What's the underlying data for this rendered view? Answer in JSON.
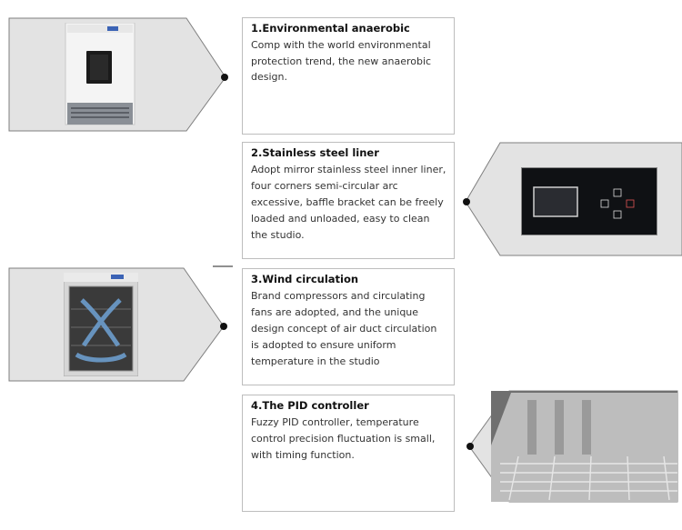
{
  "sections": [
    {
      "title": "1.Environmental anaerobic",
      "body": "Comp with the world environmental protection trend, the new anaerobic design.",
      "image_icon": "incubator-front-photo"
    },
    {
      "title": "2.Stainless steel liner",
      "body": "Adopt mirror stainless steel inner liner, four corners semi-circular arc excessive, baffle bracket can be freely loaded and unloaded, easy to clean the studio.",
      "image_icon": "control-panel-photo"
    },
    {
      "title": "3.Wind circulation",
      "body": "Brand compressors and circulating fans are adopted, and the unique design concept of air duct circulation is adopted to ensure uniform temperature in the studio",
      "image_icon": "airflow-interior-photo"
    },
    {
      "title": "4.The PID controller",
      "body": "Fuzzy PID controller, temperature control precision fluctuation is small, with timing function.",
      "image_icon": "shelf-rack-photo"
    }
  ],
  "colors": {
    "panel_fill": "#e3e3e3",
    "panel_stroke": "#7f7f7f",
    "card_border": "#bdbdbd",
    "airflow_arrow": "#6fa3d6"
  }
}
